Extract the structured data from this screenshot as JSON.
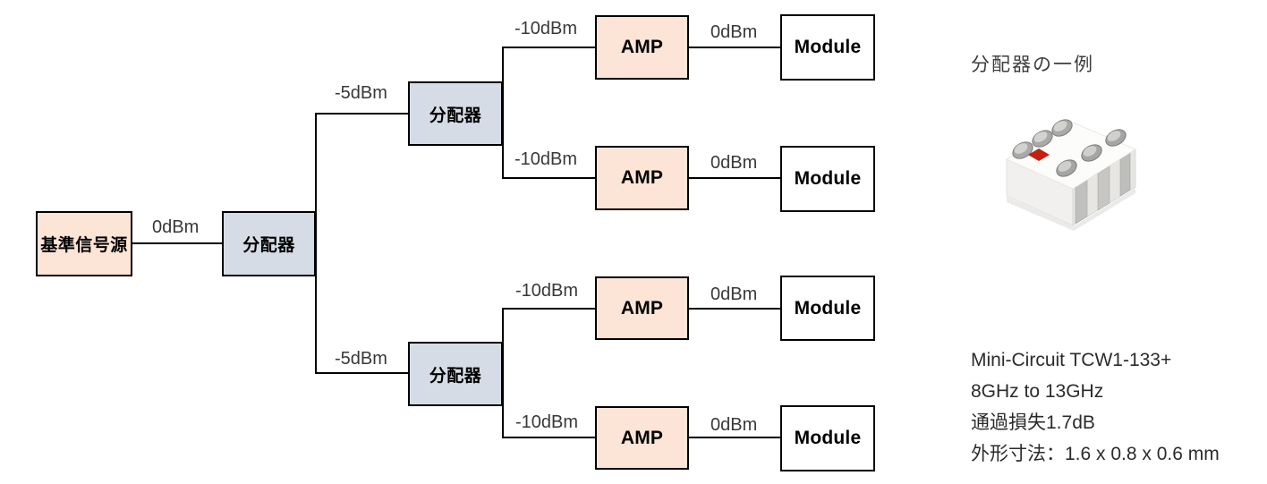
{
  "diagram": {
    "nodes": {
      "source": "基準信号源",
      "splitter": "分配器",
      "amp": "AMP",
      "module": "Module"
    },
    "power_levels": {
      "zero": "0dBm",
      "minus5": "-5dBm",
      "minus10": "-10dBm"
    }
  },
  "side_panel": {
    "caption": "分配器の一例",
    "photo_icon": "splitter-chip-photo",
    "specs": [
      "Mini-Circuit TCW1-133+",
      "8GHz to 13GHz",
      "通過損失1.7dB",
      "外形寸法：1.6 x 0.8 x 0.6 mm"
    ]
  },
  "colors": {
    "source_amp_fill": "#fce4d6",
    "splitter_fill": "#d6dce5",
    "module_fill": "#ffffff",
    "border": "#000000",
    "chip_marking_red": "#c21f12"
  }
}
